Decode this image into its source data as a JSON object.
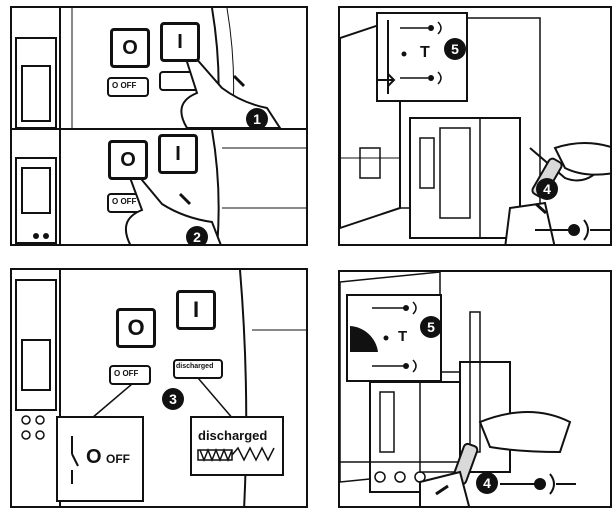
{
  "steps": [
    "1",
    "2",
    "3",
    "4",
    "5"
  ],
  "buttons": {
    "open": "O",
    "close": "I"
  },
  "small_labels": {
    "off": "O OFF",
    "discharged": "discharged"
  },
  "callout_left": {
    "symbol": "O",
    "text": "OFF"
  },
  "callout_right": {
    "text": "discharged"
  },
  "position_indicator": {
    "letter": "T"
  },
  "colors": {
    "ink": "#111111",
    "paper": "#ffffff",
    "shade": "#d9d9d9"
  }
}
